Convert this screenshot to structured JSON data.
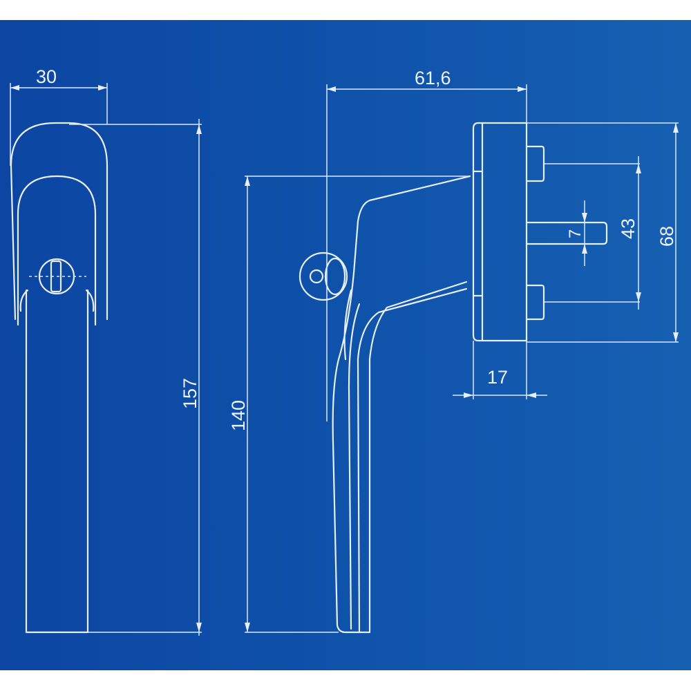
{
  "title": "Window handle dimensional drawing",
  "dimensions": {
    "width_front": "30",
    "height_total": "157",
    "projection": "61,6",
    "lever_length": "140",
    "spindle": "7",
    "screw_spacing": "43",
    "rosette_height": "68",
    "rosette_depth": "17"
  },
  "colors": {
    "background_left": "#0c46a2",
    "background_right": "#1660b2",
    "lines": "#e8eef8"
  }
}
